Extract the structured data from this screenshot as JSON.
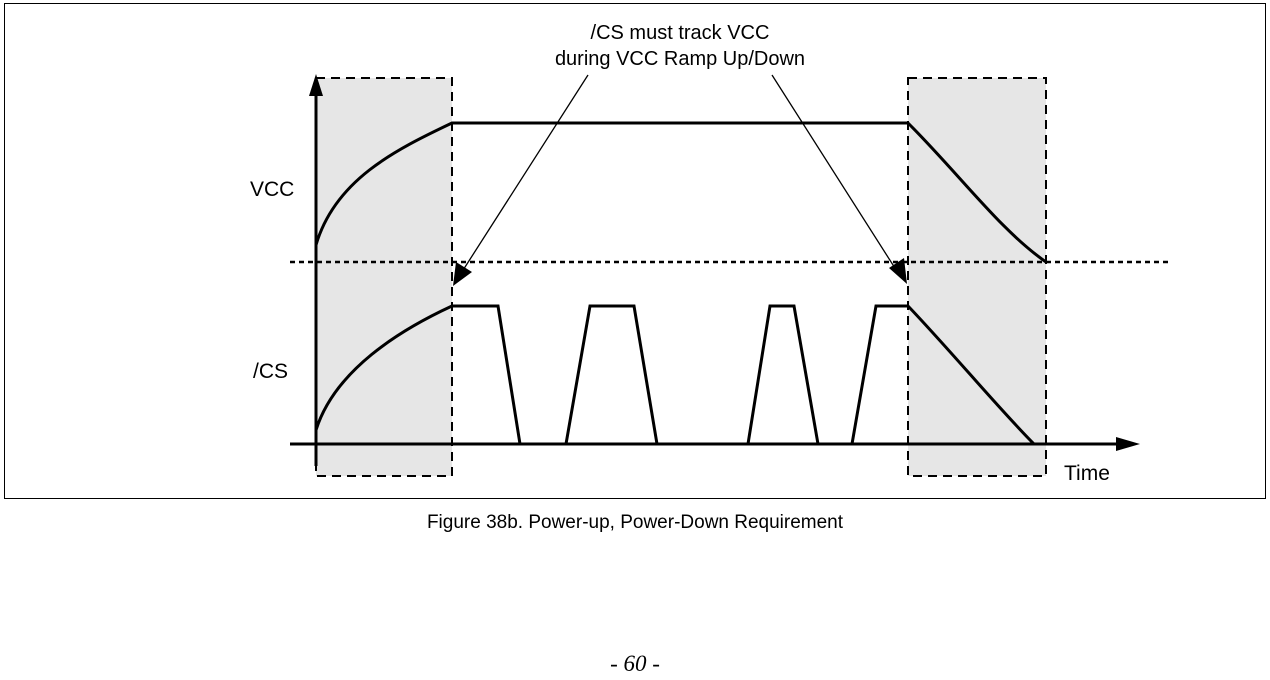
{
  "diagram": {
    "annotation_line1": "/CS must track VCC",
    "annotation_line2": "during VCC Ramp Up/Down",
    "vcc_label": "VCC",
    "cs_label": "/CS",
    "time_label": "Time"
  },
  "caption": "Figure 38b. Power-up, Power-Down Requirement",
  "page_number": "- 60 -",
  "colors": {
    "ramp_region_fill": "#e6e6e6",
    "line": "#000000"
  }
}
